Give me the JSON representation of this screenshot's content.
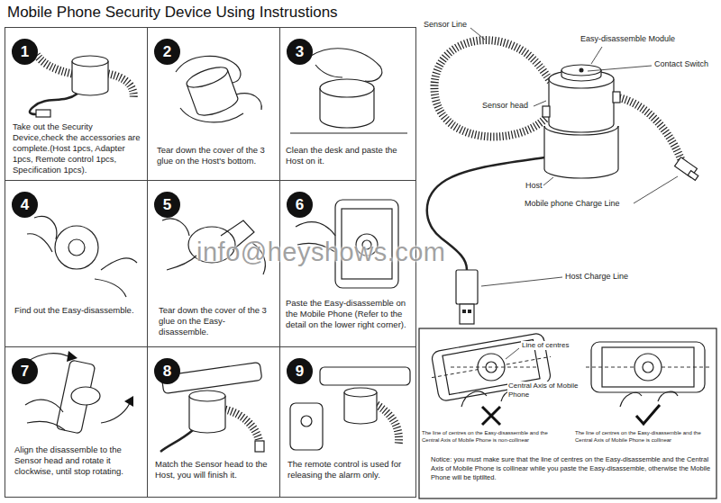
{
  "diagram": {
    "title": "Mobile Phone Security Device Using Instrustions",
    "nodes": [
      {
        "text": [
          "Take out the Security Device,check the accessories are complete.(Host 1pcs, Adapter 1pcs, Remote control 1pcs, Specification 1pcs)."
        ]
      },
      {
        "text": [
          "1"
        ],
        "in": 0
      },
      {
        "text": [
          "Tear down the cover of the 3 glue on the Host's bottom."
        ]
      },
      {
        "text": [
          "2"
        ],
        "in": 2
      },
      {
        "text": [
          "Clean the desk and paste the Host on it."
        ]
      },
      {
        "text": [
          "3"
        ],
        "in": 4
      },
      {
        "text": [
          "Find out the Easy-disassemble."
        ]
      },
      {
        "text": [
          "4"
        ],
        "in": 6
      },
      {
        "text": [
          "Tear down the cover of the 3 glue on the Easy-disassemble."
        ]
      },
      {
        "text": [
          "5"
        ],
        "in": 8
      },
      {
        "text": [
          "Paste the Easy-disassemble on the Mobile Phone (Refer to the detail on the lower right corner)."
        ]
      },
      {
        "text": [
          "6"
        ],
        "in": 10
      },
      {
        "text": [
          "Align the disassemble to the Sensor head and rotate it clockwise, until stop rotating."
        ]
      },
      {
        "text": [
          "7"
        ],
        "in": 12
      },
      {
        "text": [
          "Match the Sensor head to the Host, you will finish it."
        ]
      },
      {
        "text": [
          "8"
        ],
        "in": 14
      },
      {
        "text": [
          "The remote control is used for releasing the alarm only."
        ]
      },
      {
        "text": [
          "9"
        ],
        "in": 16
      }
    ],
    "labels": [
      "Sensor Line",
      "Easy-disassemble Module",
      "Contact Switch",
      "Sensor head",
      "Host",
      "Mobile phone Charge Line",
      "Host Charge Line",
      "Line of centres",
      "Central Axis of Mobile Phone",
      "The line of centres on the Easy-disassemble and the Central Axis of Mobile Phone is non-collinear",
      "The line of centres on the Easy-disassemble and the Central Axis of Mobile Phone is collinear",
      "Notice: you must make sure that the line of centres on the Easy-disassemble and the Central Axis of Mobile Phone is collinear while you paste the Easy-disassemble, otherwise the Mobile Phone will be tiptilted.",
      "info@heyshows.com"
    ]
  }
}
